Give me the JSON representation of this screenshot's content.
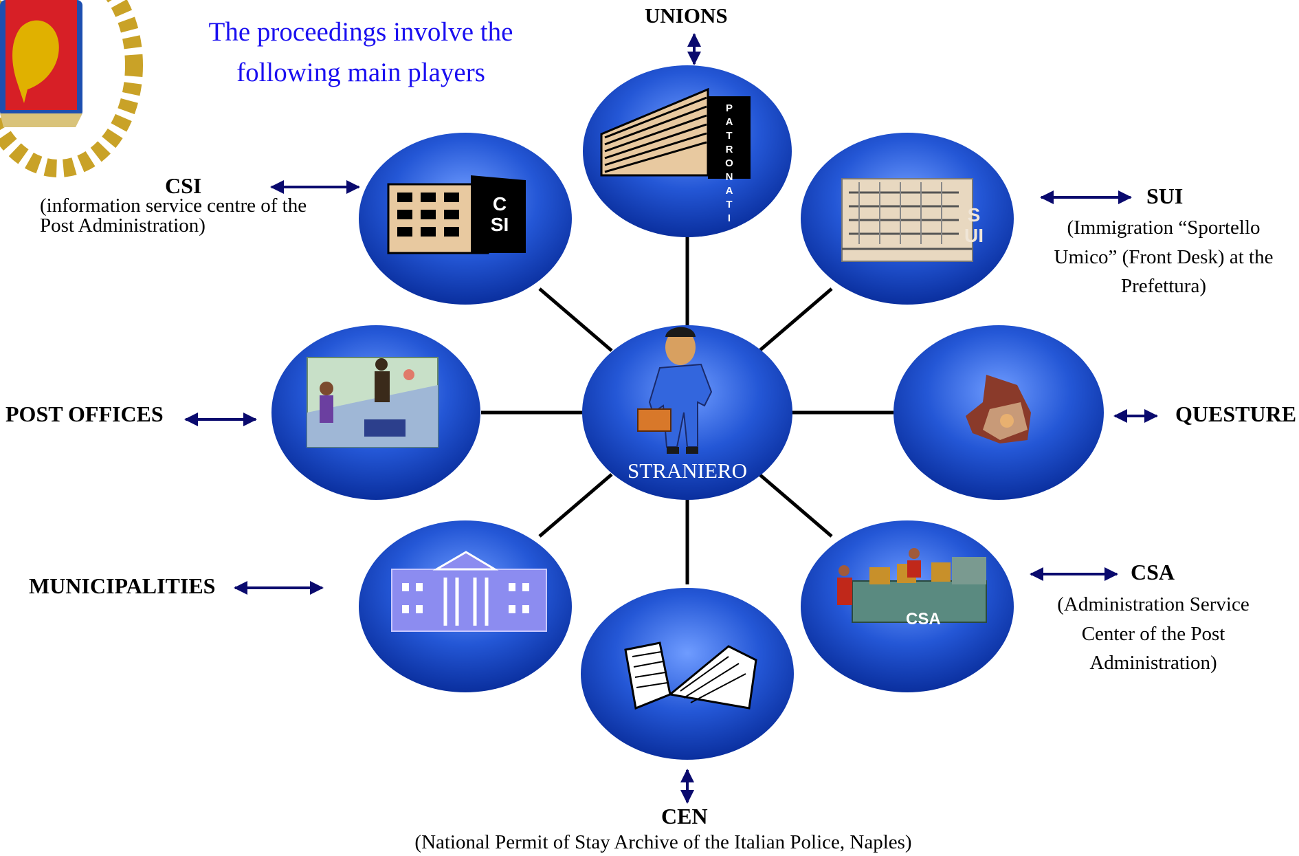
{
  "title": "The proceedings involve the following main players",
  "center": {
    "label": "STRANIERO"
  },
  "nodes": {
    "unions": {
      "name": "UNIONS",
      "sign": "PATRONATI"
    },
    "csi": {
      "name": "CSI",
      "desc": "(information service centre of the Post Administration)",
      "sign": "CSI"
    },
    "sui": {
      "name": "SUI",
      "desc": "(Immigration “Sportello Umico” (Front Desk) at the Prefettura)",
      "sign": "SUI"
    },
    "post_offices": {
      "name": "POST OFFICES"
    },
    "questure": {
      "name": "QUESTURE"
    },
    "municipalities": {
      "name": "MUNICIPALITIES"
    },
    "csa": {
      "name": "CSA",
      "desc": "(Administration Service Center of the Post Administration)",
      "sign": "CSA"
    },
    "cen": {
      "name": "CEN",
      "desc": "(National Permit of Stay Archive of the Italian Police, Naples)"
    }
  },
  "colors": {
    "circle_light": "#5b8ff5",
    "circle_dark": "#0a2f9e",
    "arrow": "#0a0a6e",
    "title": "#1a0ff0"
  }
}
